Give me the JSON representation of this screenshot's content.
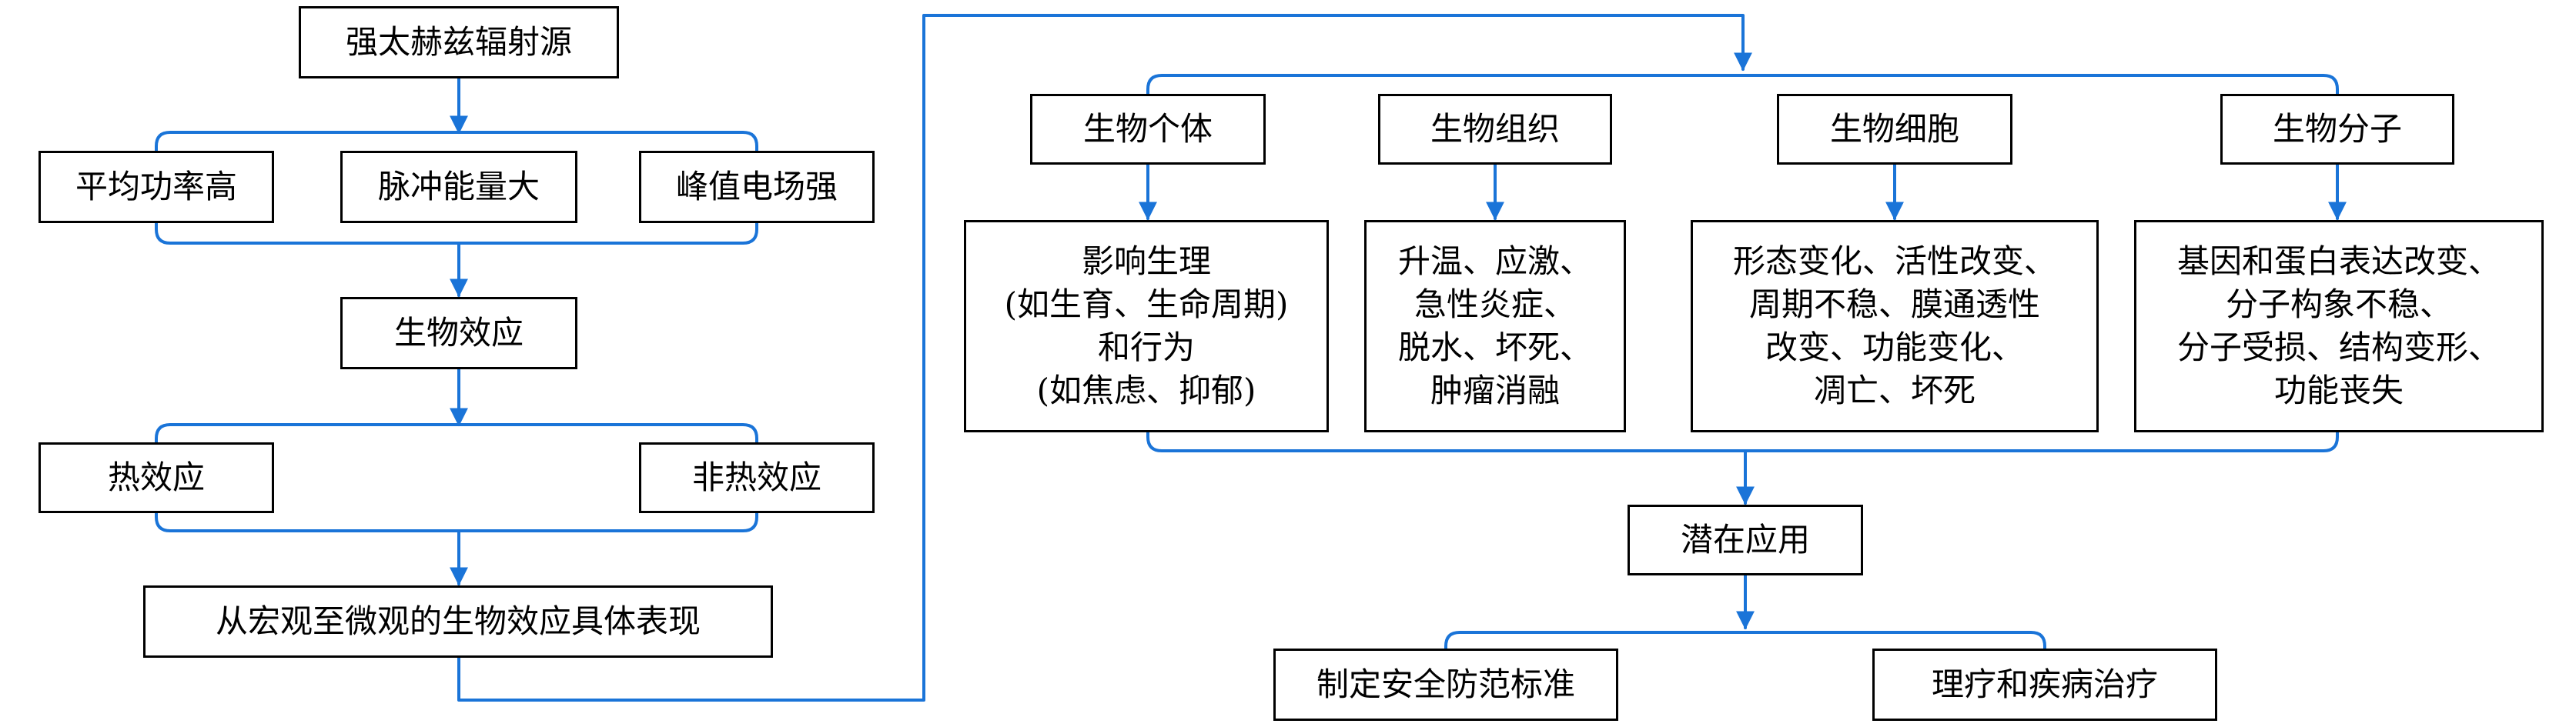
{
  "colors": {
    "box_border": "#000000",
    "connector": "#1a74d8"
  },
  "source": {
    "label": "强太赫兹辐射源"
  },
  "properties": [
    "平均功率高",
    "脉冲能量大",
    "峰值电场强"
  ],
  "bio_effect": {
    "label": "生物效应"
  },
  "effect_types": [
    "热效应",
    "非热效应"
  ],
  "manifestation": {
    "label": "从宏观至微观的生物效应具体表现"
  },
  "levels": [
    {
      "label": "生物个体",
      "details": [
        "影响生理",
        "(如生育、生命周期)",
        "和行为",
        "(如焦虑、抑郁)"
      ]
    },
    {
      "label": "生物组织",
      "details": [
        "升温、应激、",
        "急性炎症、",
        "脱水、坏死、",
        "肿瘤消融"
      ]
    },
    {
      "label": "生物细胞",
      "details": [
        "形态变化、活性改变、",
        "周期不稳、膜通透性",
        "改变、功能变化、",
        "凋亡、坏死"
      ]
    },
    {
      "label": "生物分子",
      "details": [
        "基因和蛋白表达改变、",
        "分子构象不稳、",
        "分子受损、结构变形、",
        "功能丧失"
      ]
    }
  ],
  "application": {
    "label": "潜在应用"
  },
  "applications": [
    "制定安全防范标准",
    "理疗和疾病治疗"
  ]
}
